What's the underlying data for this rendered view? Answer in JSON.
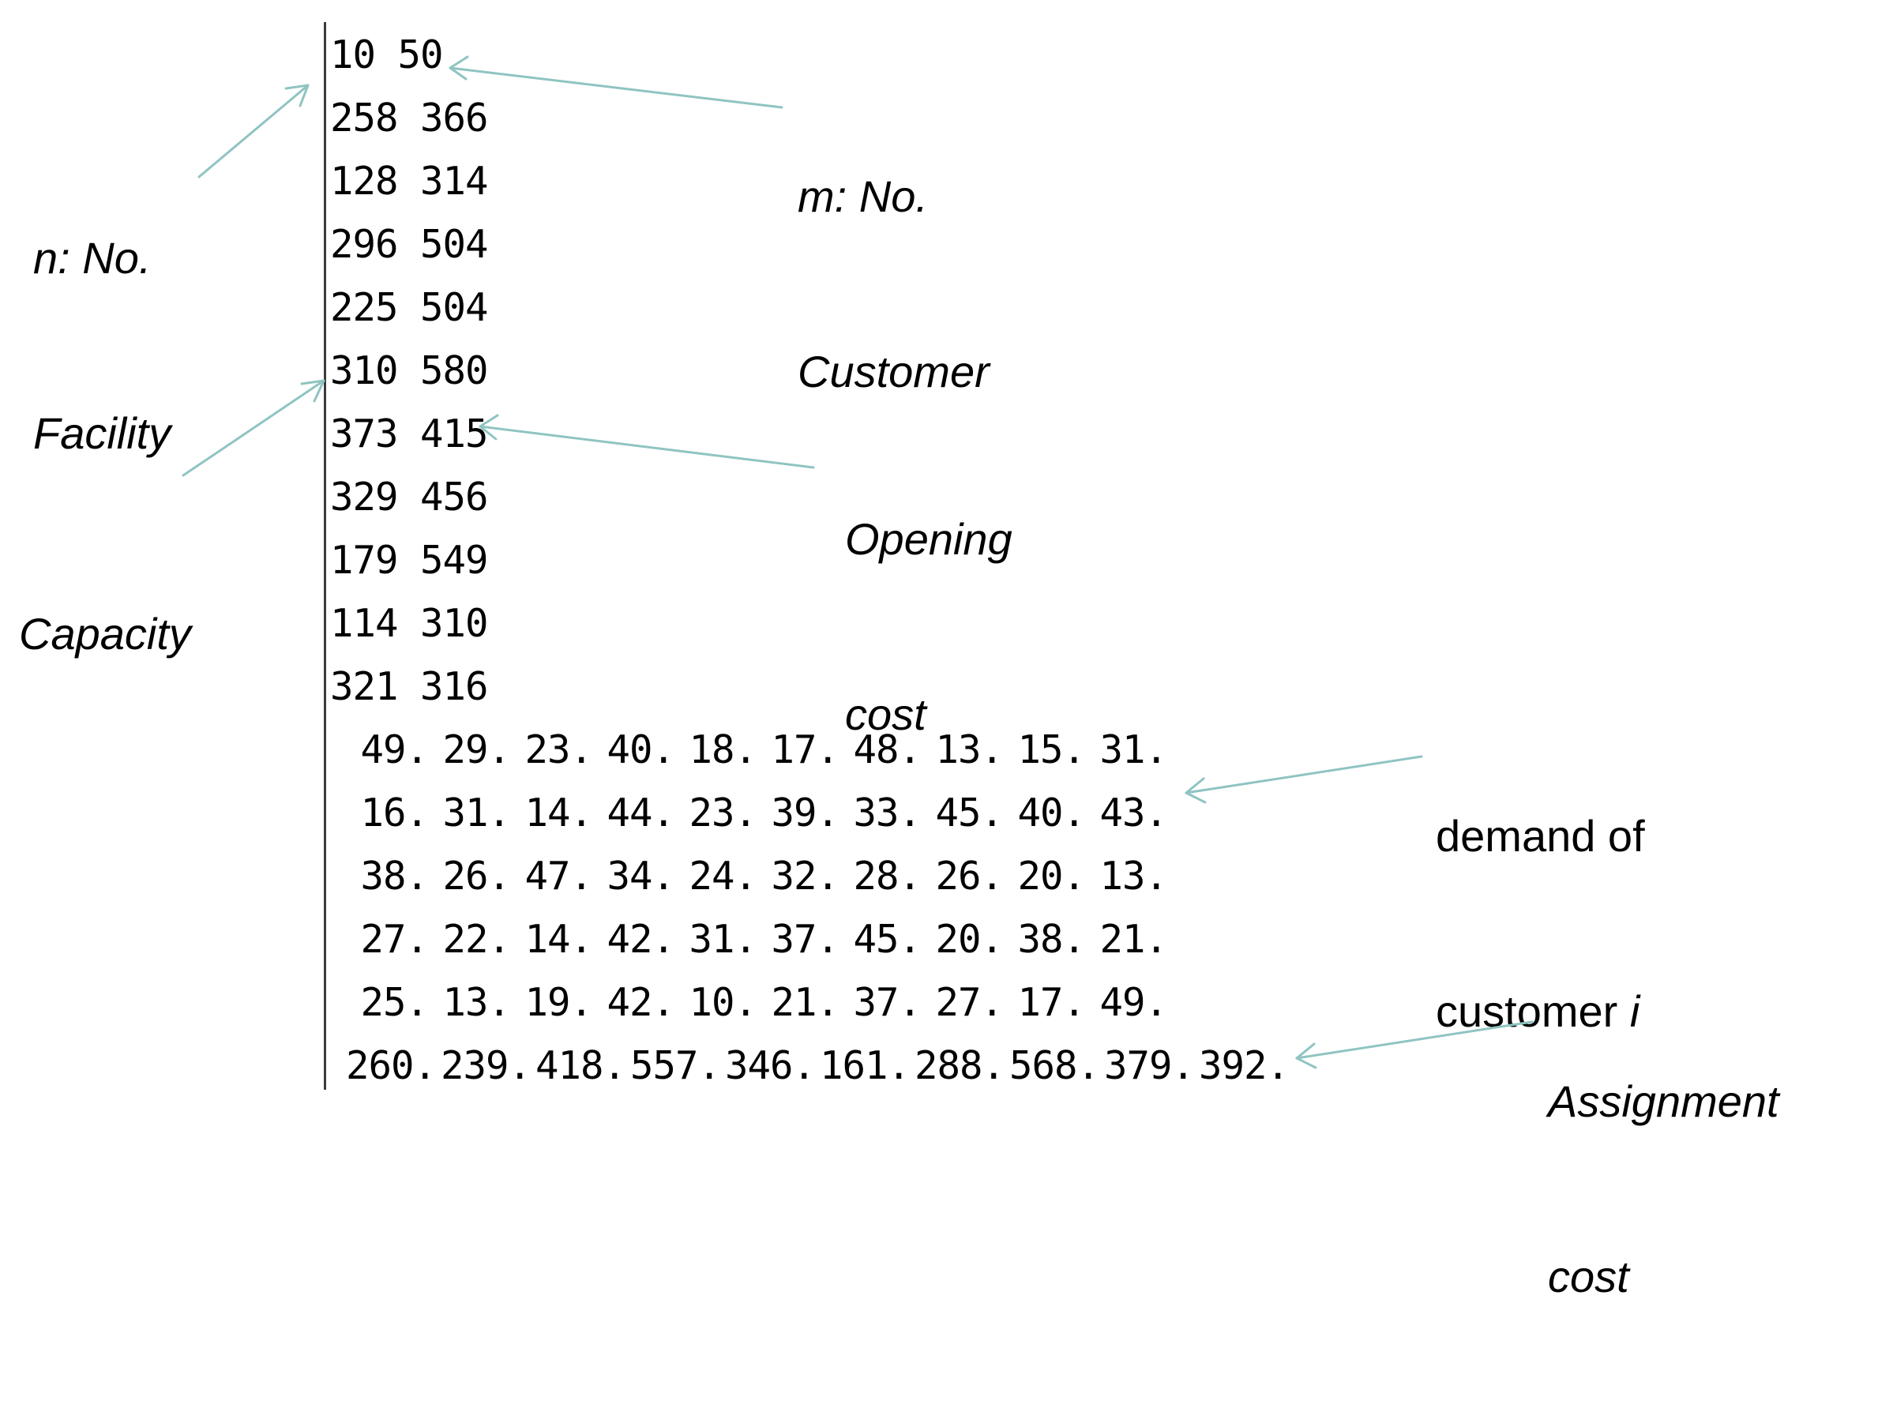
{
  "header_lines": [
    "10 50",
    "258 366",
    "128 314",
    "296 504",
    "225 504",
    "310 580",
    "373 415",
    "329 456",
    "179 549",
    "114 310",
    "321 316"
  ],
  "demand_rows": [
    [
      "49.",
      "29.",
      "23.",
      "40.",
      "18.",
      "17.",
      "48.",
      "13.",
      "15.",
      "31."
    ],
    [
      "16.",
      "31.",
      "14.",
      "44.",
      "23.",
      "39.",
      "33.",
      "45.",
      "40.",
      "43."
    ],
    [
      "38.",
      "26.",
      "47.",
      "34.",
      "24.",
      "32.",
      "28.",
      "26.",
      "20.",
      "13."
    ],
    [
      "27.",
      "22.",
      "14.",
      "42.",
      "31.",
      "37.",
      "45.",
      "20.",
      "38.",
      "21."
    ],
    [
      "25.",
      "13.",
      "19.",
      "42.",
      "10.",
      "21.",
      "37.",
      "27.",
      "17.",
      "49."
    ]
  ],
  "cost_row": [
    "260.",
    "239.",
    "418.",
    "557.",
    "346.",
    "161.",
    "288.",
    "568.",
    "379.",
    "392."
  ],
  "annotations": {
    "n_facility": {
      "line1": "n: No.",
      "line2": "Facility"
    },
    "m_customer": {
      "line1": "m: No.",
      "line2": "Customer"
    },
    "capacity": {
      "line1": "Capacity"
    },
    "opening_cost": {
      "line1": "Opening",
      "line2": "cost"
    },
    "demand": {
      "line1": "demand of",
      "line2_prefix": "customer ",
      "line2_var": "i"
    },
    "assignment_cost": {
      "line1": "Assignment",
      "line2": "cost"
    }
  },
  "colors": {
    "arrow": "#8fc4c2",
    "text": "#000000",
    "cursor": "#3a3a3a"
  }
}
